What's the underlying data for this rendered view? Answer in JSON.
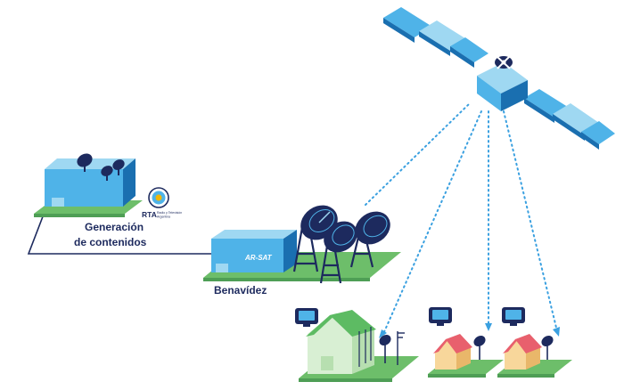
{
  "labels": {
    "content_generation_line1": "Generación",
    "content_generation_line2": "de contenidos",
    "station": "Benavídez"
  },
  "logos": {
    "rta": "RTA",
    "rta_sub1": "Radio y Televisión",
    "rta_sub2": "Argentina",
    "arsat": "AR-SAT"
  },
  "icons": [
    "satellite-icon",
    "satellite-dish-icon",
    "tv-icon",
    "house-icon",
    "antenna-icon",
    "argentina-emblem-icon"
  ],
  "colors": {
    "navy": "#1d2a5e",
    "building_top": "#9fd8f2",
    "building_front": "#4fb3e8",
    "building_side": "#1a6fb0",
    "ground": "#6dbe6a",
    "ground_dark": "#4e9e55",
    "house_green_wall": "#d8efd3",
    "house_green_roof": "#5dbb63",
    "house_wall": "#f8d79b",
    "house_roof": "#e8606d",
    "signal": "#3aa0e0"
  }
}
